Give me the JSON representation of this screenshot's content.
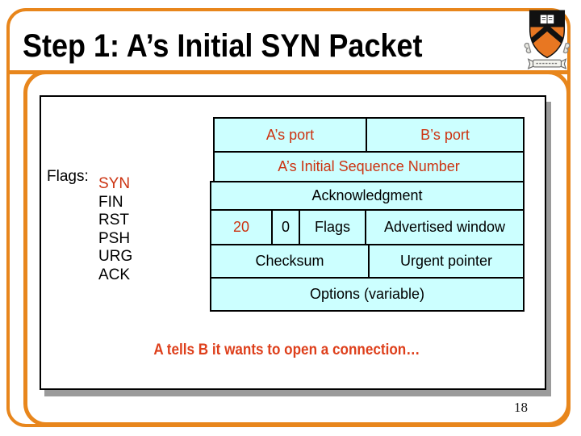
{
  "slide": {
    "title": "Step 1: A’s Initial SYN Packet",
    "caption": "A tells B it wants to open a connection…",
    "page_number": "18"
  },
  "logo": {
    "name": "princeton-university-shield"
  },
  "flags_panel": {
    "label": "Flags:",
    "items": [
      {
        "text": "SYN",
        "highlight": true
      },
      {
        "text": "FIN",
        "highlight": false
      },
      {
        "text": "RST",
        "highlight": false
      },
      {
        "text": "PSH",
        "highlight": false
      },
      {
        "text": "URG",
        "highlight": false
      },
      {
        "text": "ACK",
        "highlight": false
      }
    ]
  },
  "packet_table": {
    "rows": [
      {
        "cells": [
          {
            "label": "A’s port",
            "highlight": true
          },
          {
            "label": "B’s port",
            "highlight": true
          }
        ]
      },
      {
        "cells": [
          {
            "label": "A’s Initial Sequence Number",
            "highlight": true
          }
        ]
      },
      {
        "cells": [
          {
            "label": "Acknowledgment",
            "highlight": false
          }
        ]
      },
      {
        "cells": [
          {
            "label": "20",
            "highlight": true
          },
          {
            "label": "0",
            "highlight": false
          },
          {
            "label": "Flags",
            "highlight": false
          },
          {
            "label": "Advertised window",
            "highlight": false
          }
        ]
      },
      {
        "cells": [
          {
            "label": "Checksum",
            "highlight": false
          },
          {
            "label": "Urgent pointer",
            "highlight": false
          }
        ]
      },
      {
        "cells": [
          {
            "label": "Options (variable)",
            "highlight": false
          }
        ]
      }
    ]
  },
  "colors": {
    "accent_orange": "#E8861C",
    "logo_orange": "#E87722",
    "highlight_red": "#CC3311",
    "caption_red": "#DE3F1B",
    "cell_cyan": "#CCFFFF",
    "shadow_gray": "#9B9B9B"
  }
}
